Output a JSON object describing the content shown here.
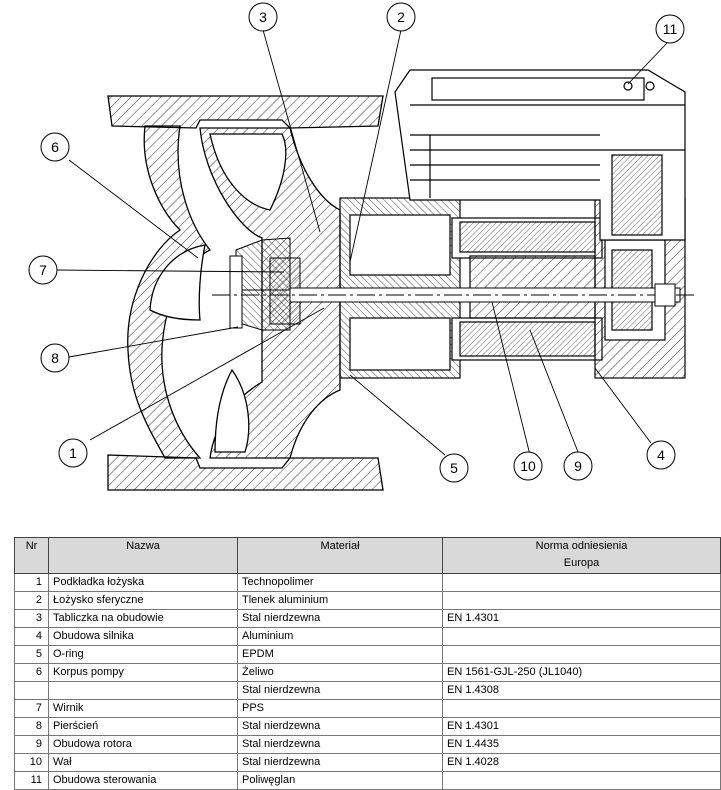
{
  "callouts": [
    "1",
    "2",
    "3",
    "4",
    "5",
    "6",
    "7",
    "8",
    "9",
    "10",
    "11"
  ],
  "table": {
    "headers": {
      "nr": "Nr",
      "name": "Nazwa",
      "material": "Materiał",
      "norm_line1": "Norma odniesienia",
      "norm_line2": "Europa"
    },
    "rows": [
      {
        "nr": "1",
        "name": "Podkładka łożyska",
        "material": "Technopolimer",
        "norm": ""
      },
      {
        "nr": "2",
        "name": "Łożysko sferyczne",
        "material": "Tlenek aluminium",
        "norm": ""
      },
      {
        "nr": "3",
        "name": "Tabliczka na obudowie",
        "material": "Stal nierdzewna",
        "norm": "EN 1.4301"
      },
      {
        "nr": "4",
        "name": "Obudowa silnika",
        "material": "Aluminium",
        "norm": ""
      },
      {
        "nr": "5",
        "name": "O-ring",
        "material": "EPDM",
        "norm": ""
      },
      {
        "nr": "6",
        "name": "Korpus pompy",
        "material": "Żeliwo",
        "norm": "EN 1561-GJL-250 (JL1040)"
      },
      {
        "nr": "",
        "name": "",
        "material": "Stal nierdzewna",
        "norm": "EN 1.4308"
      },
      {
        "nr": "7",
        "name": "Wirnik",
        "material": "PPS",
        "norm": ""
      },
      {
        "nr": "8",
        "name": "Pierścień",
        "material": "Stal nierdzewna",
        "norm": "EN 1.4301"
      },
      {
        "nr": "9",
        "name": "Obudowa rotora",
        "material": "Stal nierdzewna",
        "norm": "EN 1.4435"
      },
      {
        "nr": "10",
        "name": "Wał",
        "material": "Stal nierdzewna",
        "norm": "EN 1.4028"
      },
      {
        "nr": "11",
        "name": "Obudowa sterowania",
        "material": "Poliwęglan",
        "norm": ""
      }
    ]
  }
}
